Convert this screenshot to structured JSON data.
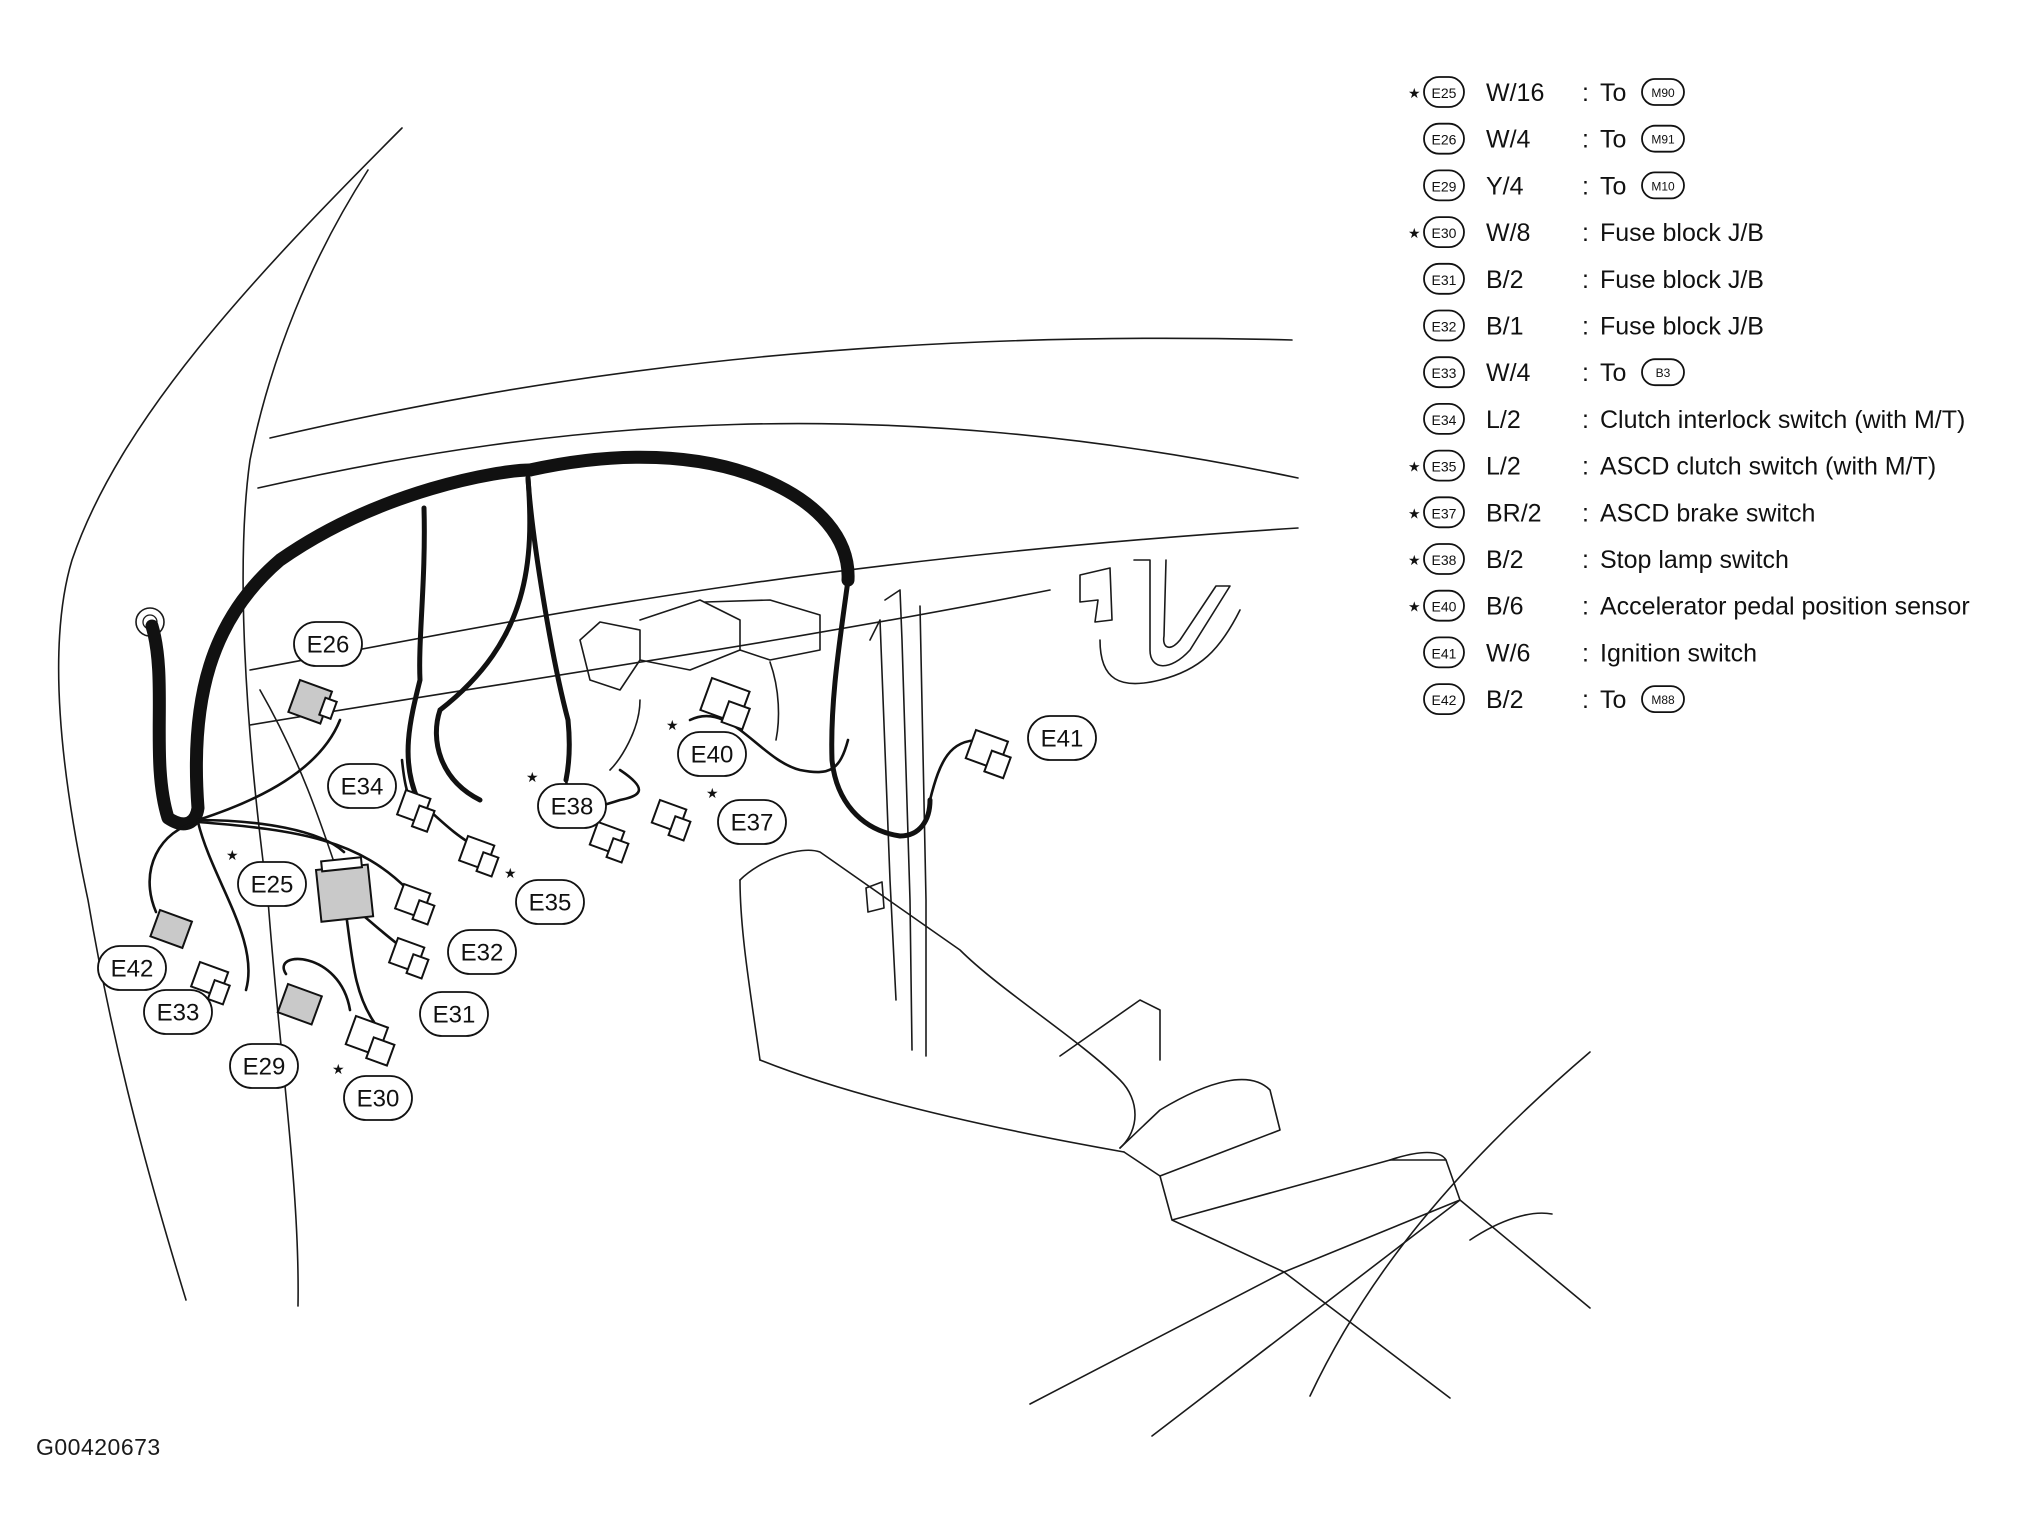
{
  "figure_id": "G00420673",
  "diagram_tags": [
    {
      "id": "E26",
      "star": false
    },
    {
      "id": "E34",
      "star": false
    },
    {
      "id": "E38",
      "star": true
    },
    {
      "id": "E40",
      "star": true
    },
    {
      "id": "E37",
      "star": true
    },
    {
      "id": "E41",
      "star": false
    },
    {
      "id": "E25",
      "star": true
    },
    {
      "id": "E35",
      "star": true
    },
    {
      "id": "E32",
      "star": false
    },
    {
      "id": "E42",
      "star": false
    },
    {
      "id": "E33",
      "star": false
    },
    {
      "id": "E31",
      "star": false
    },
    {
      "id": "E29",
      "star": false
    },
    {
      "id": "E30",
      "star": true
    }
  ],
  "legend": [
    {
      "star": true,
      "connector": "E25",
      "spec": "W/16",
      "desc": "To",
      "ref": "M90"
    },
    {
      "star": false,
      "connector": "E26",
      "spec": "W/4",
      "desc": "To",
      "ref": "M91"
    },
    {
      "star": false,
      "connector": "E29",
      "spec": "Y/4",
      "desc": "To",
      "ref": "M10"
    },
    {
      "star": true,
      "connector": "E30",
      "spec": "W/8",
      "desc": "Fuse block J/B",
      "ref": ""
    },
    {
      "star": false,
      "connector": "E31",
      "spec": "B/2",
      "desc": "Fuse block J/B",
      "ref": ""
    },
    {
      "star": false,
      "connector": "E32",
      "spec": "B/1",
      "desc": "Fuse block J/B",
      "ref": ""
    },
    {
      "star": false,
      "connector": "E33",
      "spec": "W/4",
      "desc": "To",
      "ref": "B3"
    },
    {
      "star": false,
      "connector": "E34",
      "spec": "L/2",
      "desc": "Clutch interlock switch (with M/T)",
      "ref": ""
    },
    {
      "star": true,
      "connector": "E35",
      "spec": "L/2",
      "desc": "ASCD clutch switch (with M/T)",
      "ref": ""
    },
    {
      "star": true,
      "connector": "E37",
      "spec": "BR/2",
      "desc": "ASCD brake switch",
      "ref": ""
    },
    {
      "star": true,
      "connector": "E38",
      "spec": "B/2",
      "desc": "Stop lamp switch",
      "ref": ""
    },
    {
      "star": true,
      "connector": "E40",
      "spec": "B/6",
      "desc": "Accelerator pedal position sensor",
      "ref": ""
    },
    {
      "star": false,
      "connector": "E41",
      "spec": "W/6",
      "desc": "Ignition switch",
      "ref": ""
    },
    {
      "star": false,
      "connector": "E42",
      "spec": "B/2",
      "desc": "To",
      "ref": "M88"
    }
  ],
  "legend_separator": ":",
  "star_symbol": "★"
}
